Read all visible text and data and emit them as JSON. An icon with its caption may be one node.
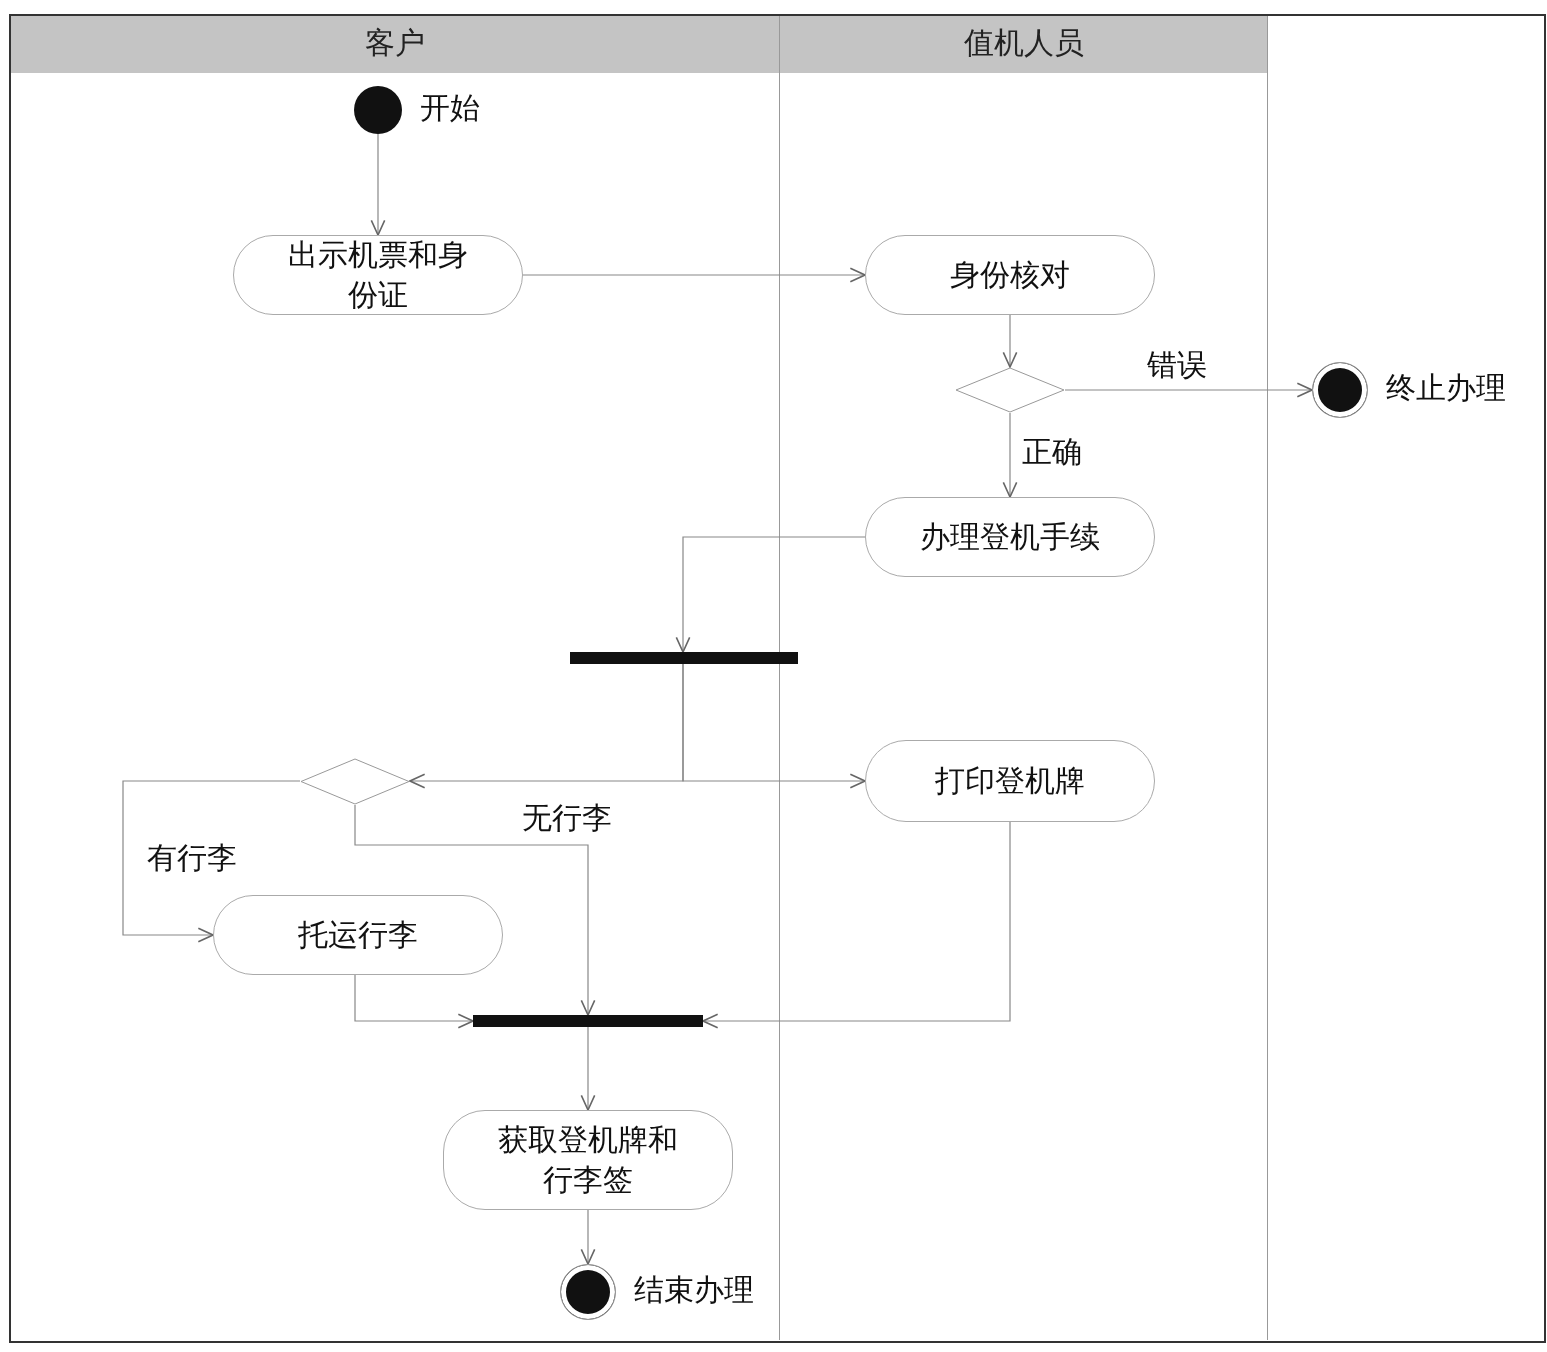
{
  "diagram": {
    "nodes": [
      {
        "text": [
          "客户"
        ]
      },
      {
        "text": [
          "值机人员"
        ]
      },
      {
        "text": [],
        "shape": "circle",
        "beside": [
          "开始"
        ],
        "in": 0
      },
      {
        "text": [
          "出示机票和身份证"
        ],
        "in": 0
      },
      {
        "text": [
          "身份核对"
        ],
        "in": 1
      },
      {
        "text": [],
        "shape": "diamond",
        "in": 1
      },
      {
        "text": [],
        "shape": "circle",
        "beside": [
          "终止办理"
        ]
      },
      {
        "text": [
          "办理登机手续"
        ],
        "in": 1
      },
      {
        "text": [],
        "shape": "bar"
      },
      {
        "text": [],
        "shape": "diamond",
        "in": 0
      },
      {
        "text": [
          "打印登机牌"
        ],
        "in": 1
      },
      {
        "text": [
          "托运行李"
        ],
        "in": 0
      },
      {
        "text": [],
        "shape": "bar",
        "in": 0
      },
      {
        "text": [
          "获取登机牌和行李签"
        ],
        "in": 0
      },
      {
        "text": [],
        "shape": "circle",
        "beside": [
          "结束办理"
        ],
        "in": 0
      }
    ],
    "edges": [
      {
        "from": 2,
        "to": 3,
        "arrow": "to"
      },
      {
        "from": 3,
        "to": 4,
        "arrow": "to"
      },
      {
        "from": 4,
        "to": 5,
        "arrow": "to"
      },
      {
        "from": 5,
        "to": 6,
        "arrow": "to",
        "label": "错误"
      },
      {
        "from": 5,
        "to": 7,
        "arrow": "to",
        "label": "正确"
      },
      {
        "from": 7,
        "to": 8,
        "arrow": "to"
      },
      {
        "from": 8,
        "to": 9,
        "arrow": "to"
      },
      {
        "from": 8,
        "to": 10,
        "arrow": "to"
      },
      {
        "from": 9,
        "to": 11,
        "arrow": "to",
        "label": "有行李"
      },
      {
        "from": 9,
        "to": 12,
        "arrow": "to",
        "label": "无行李"
      },
      {
        "from": 11,
        "to": 12,
        "arrow": "to"
      },
      {
        "from": 10,
        "to": 12,
        "arrow": "to"
      },
      {
        "from": 12,
        "to": 13,
        "arrow": "to"
      },
      {
        "from": 13,
        "to": 14,
        "arrow": "to"
      }
    ]
  }
}
